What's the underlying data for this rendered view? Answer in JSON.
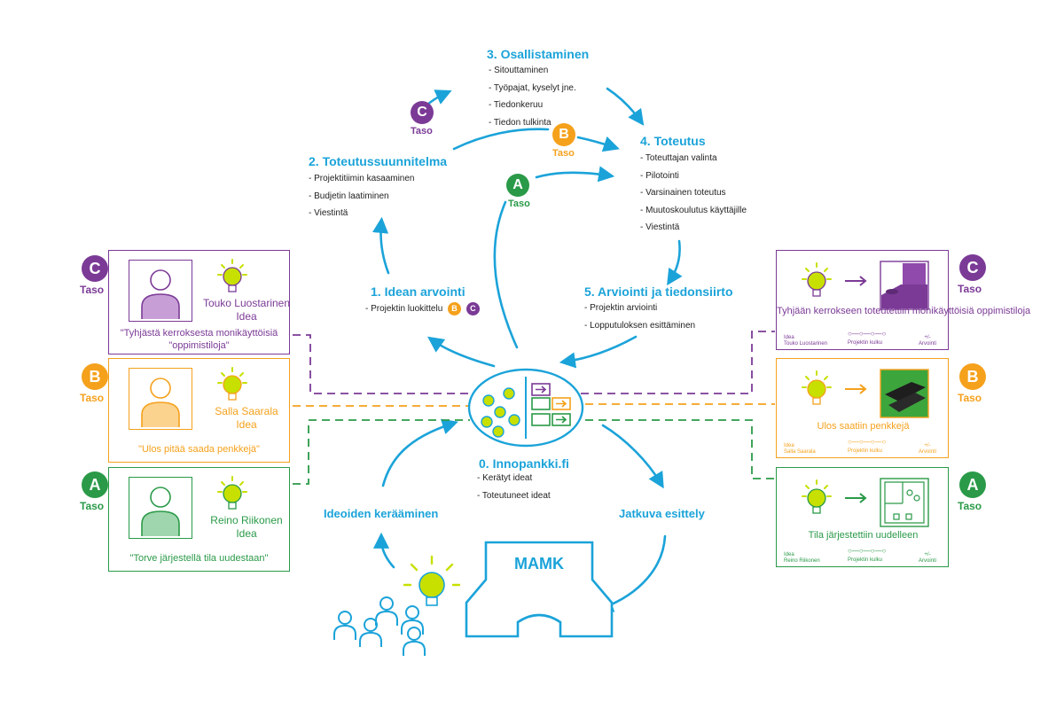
{
  "colors": {
    "blue": "#1ba3d9",
    "purple": "#7b3a96",
    "orange": "#f5a11c",
    "green": "#2a9a48",
    "bulb": "#c7e000"
  },
  "steps": {
    "s3": {
      "title": "3. Osallistaminen",
      "items": [
        "- Sitouttaminen",
        "- Työpajat, kyselyt jne.",
        "- Tiedonkeruu",
        "- Tiedon tulkinta"
      ]
    },
    "s2": {
      "title": "2. Toteutussuunnitelma",
      "items": [
        "- Projektitiimin kasaaminen",
        "- Budjetin laatiminen",
        "- Viestintä"
      ]
    },
    "s4": {
      "title": "4. Toteutus",
      "items": [
        "- Toteuttajan valinta",
        "- Pilotointi",
        "- Varsinainen toteutus",
        "- Muutoskoulutus käyttäjille",
        "- Viestintä"
      ]
    },
    "s1": {
      "title": "1. Idean arvointi",
      "item": "- Projektin luokittelu"
    },
    "s5": {
      "title": "5. Arviointi ja tiedonsiirto",
      "items": [
        "- Projektin arviointi",
        "- Lopputuloksen esittäminen"
      ]
    },
    "s0": {
      "title": "0. Innopankki.fi",
      "items": [
        "- Kerätyt ideat",
        "- Toteutuneet ideat"
      ]
    }
  },
  "levels": {
    "a": {
      "letter": "A",
      "taso": "Taso"
    },
    "b": {
      "letter": "B",
      "taso": "Taso"
    },
    "c": {
      "letter": "C",
      "taso": "Taso"
    }
  },
  "left_cards": {
    "c": {
      "name": "Touko Luostarinen",
      "idea": "Idea",
      "quote": "\"Tyhjästä kerroksesta monikäyttöisiä \"oppimistiloja\""
    },
    "b": {
      "name": "Salla Saarala",
      "idea": "Idea",
      "quote": "\"Ulos pitää saada penkkejä\""
    },
    "a": {
      "name": "Reino Riikonen",
      "idea": "Idea",
      "quote": "\"Torve järjestellä tila uudestaan\""
    }
  },
  "right_cards": {
    "c": {
      "title": "Tyhjään kerrokseen toteutettiin monikäyttöisiä oppimistiloja",
      "f1a": "Idea",
      "f1b": "Touko Luostarinen",
      "f2": "Projektin kulku",
      "f3a": "+/-",
      "f3b": "Arvointi"
    },
    "b": {
      "title": "Ulos saatiin penkkejä",
      "f1a": "Idea",
      "f1b": "Salla Saarala",
      "f2": "Projektin kulku",
      "f3a": "+/-",
      "f3b": "Arvointi"
    },
    "a": {
      "title": "Tila järjestettiin uudelleen",
      "f1a": "Idea",
      "f1b": "Reino Riikonen",
      "f2": "Projektin kulku",
      "f3a": "+/-",
      "f3b": "Arvointi"
    }
  },
  "bottom": {
    "collect": "Ideoiden kerääminen",
    "present": "Jatkuva esittely",
    "mamk": "MAMK"
  }
}
